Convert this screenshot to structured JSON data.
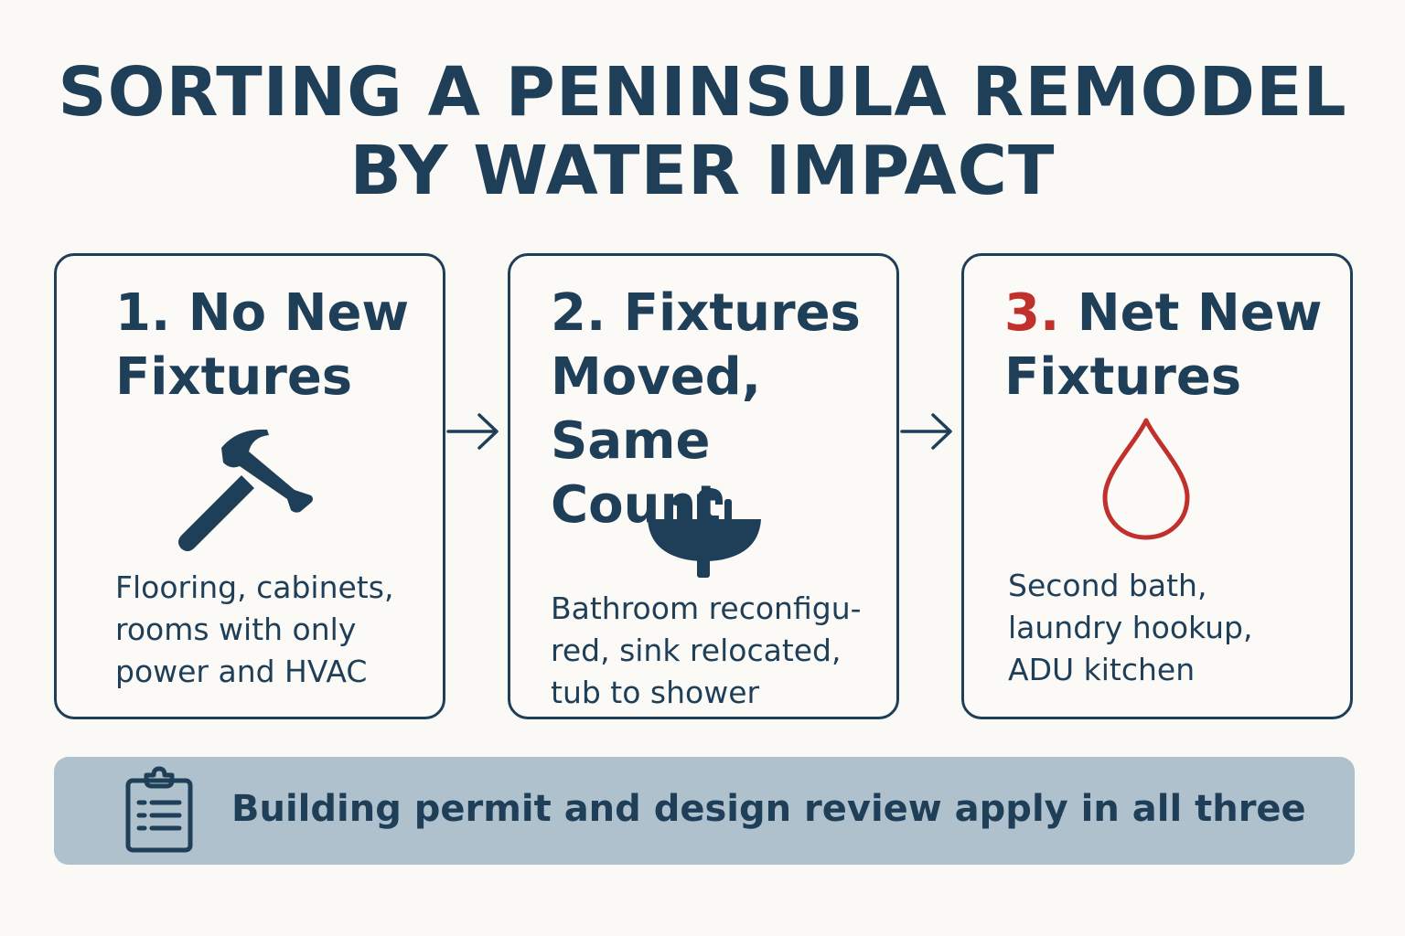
{
  "title": {
    "line1": "SORTING A PENINSULA REMODEL",
    "line2": "BY WATER IMPACT"
  },
  "colors": {
    "navy": "#1f3e58",
    "accent_red": "#c0312d",
    "banner_bg": "#aec1cc",
    "page_bg": "#faf9f5"
  },
  "cards": [
    {
      "number": "1.",
      "title_line1": "No New",
      "title_line2": "Fixtures",
      "icon": "hammer-icon",
      "description": "Flooring, cabinets,\nrooms with only\npower and HVAC"
    },
    {
      "number": "2.",
      "title_line1": "Fixtures",
      "title_line2": "Moved,",
      "title_line3": "Same Count",
      "icon": "sink-icon",
      "description": "Bathroom reconfigu-\nred, sink relocated,\ntub to shower"
    },
    {
      "number": "3.",
      "title_line1": "Net New",
      "title_line2": "Fixtures",
      "icon": "water-drop-icon",
      "description": "Second bath,\nlaundry hookup,\nADU kitchen"
    }
  ],
  "arrows": [
    "arrow-right-icon",
    "arrow-right-icon"
  ],
  "banner": {
    "icon": "clipboard-icon",
    "text": "Building permit and design review apply in all three"
  }
}
